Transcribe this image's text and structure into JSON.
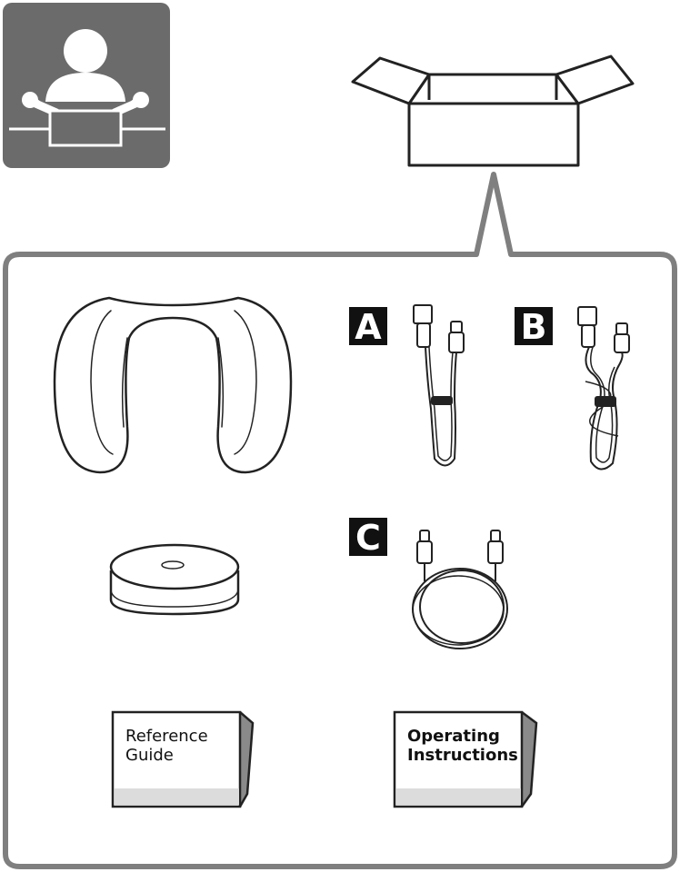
{
  "labels": {
    "cable_a": "A",
    "cable_b": "B",
    "cable_c": "C"
  },
  "documents": {
    "reference_guide": "Reference\nGuide",
    "operating_instructions": "Operating\nInstructions"
  },
  "colors": {
    "frame_gray": "#7f7f7f",
    "icon_background": "#6b6b6b",
    "label_background": "#111111",
    "line": "#222222"
  },
  "icons": {
    "unpack": "person-unpacking-box-icon",
    "box": "open-box-icon"
  }
}
